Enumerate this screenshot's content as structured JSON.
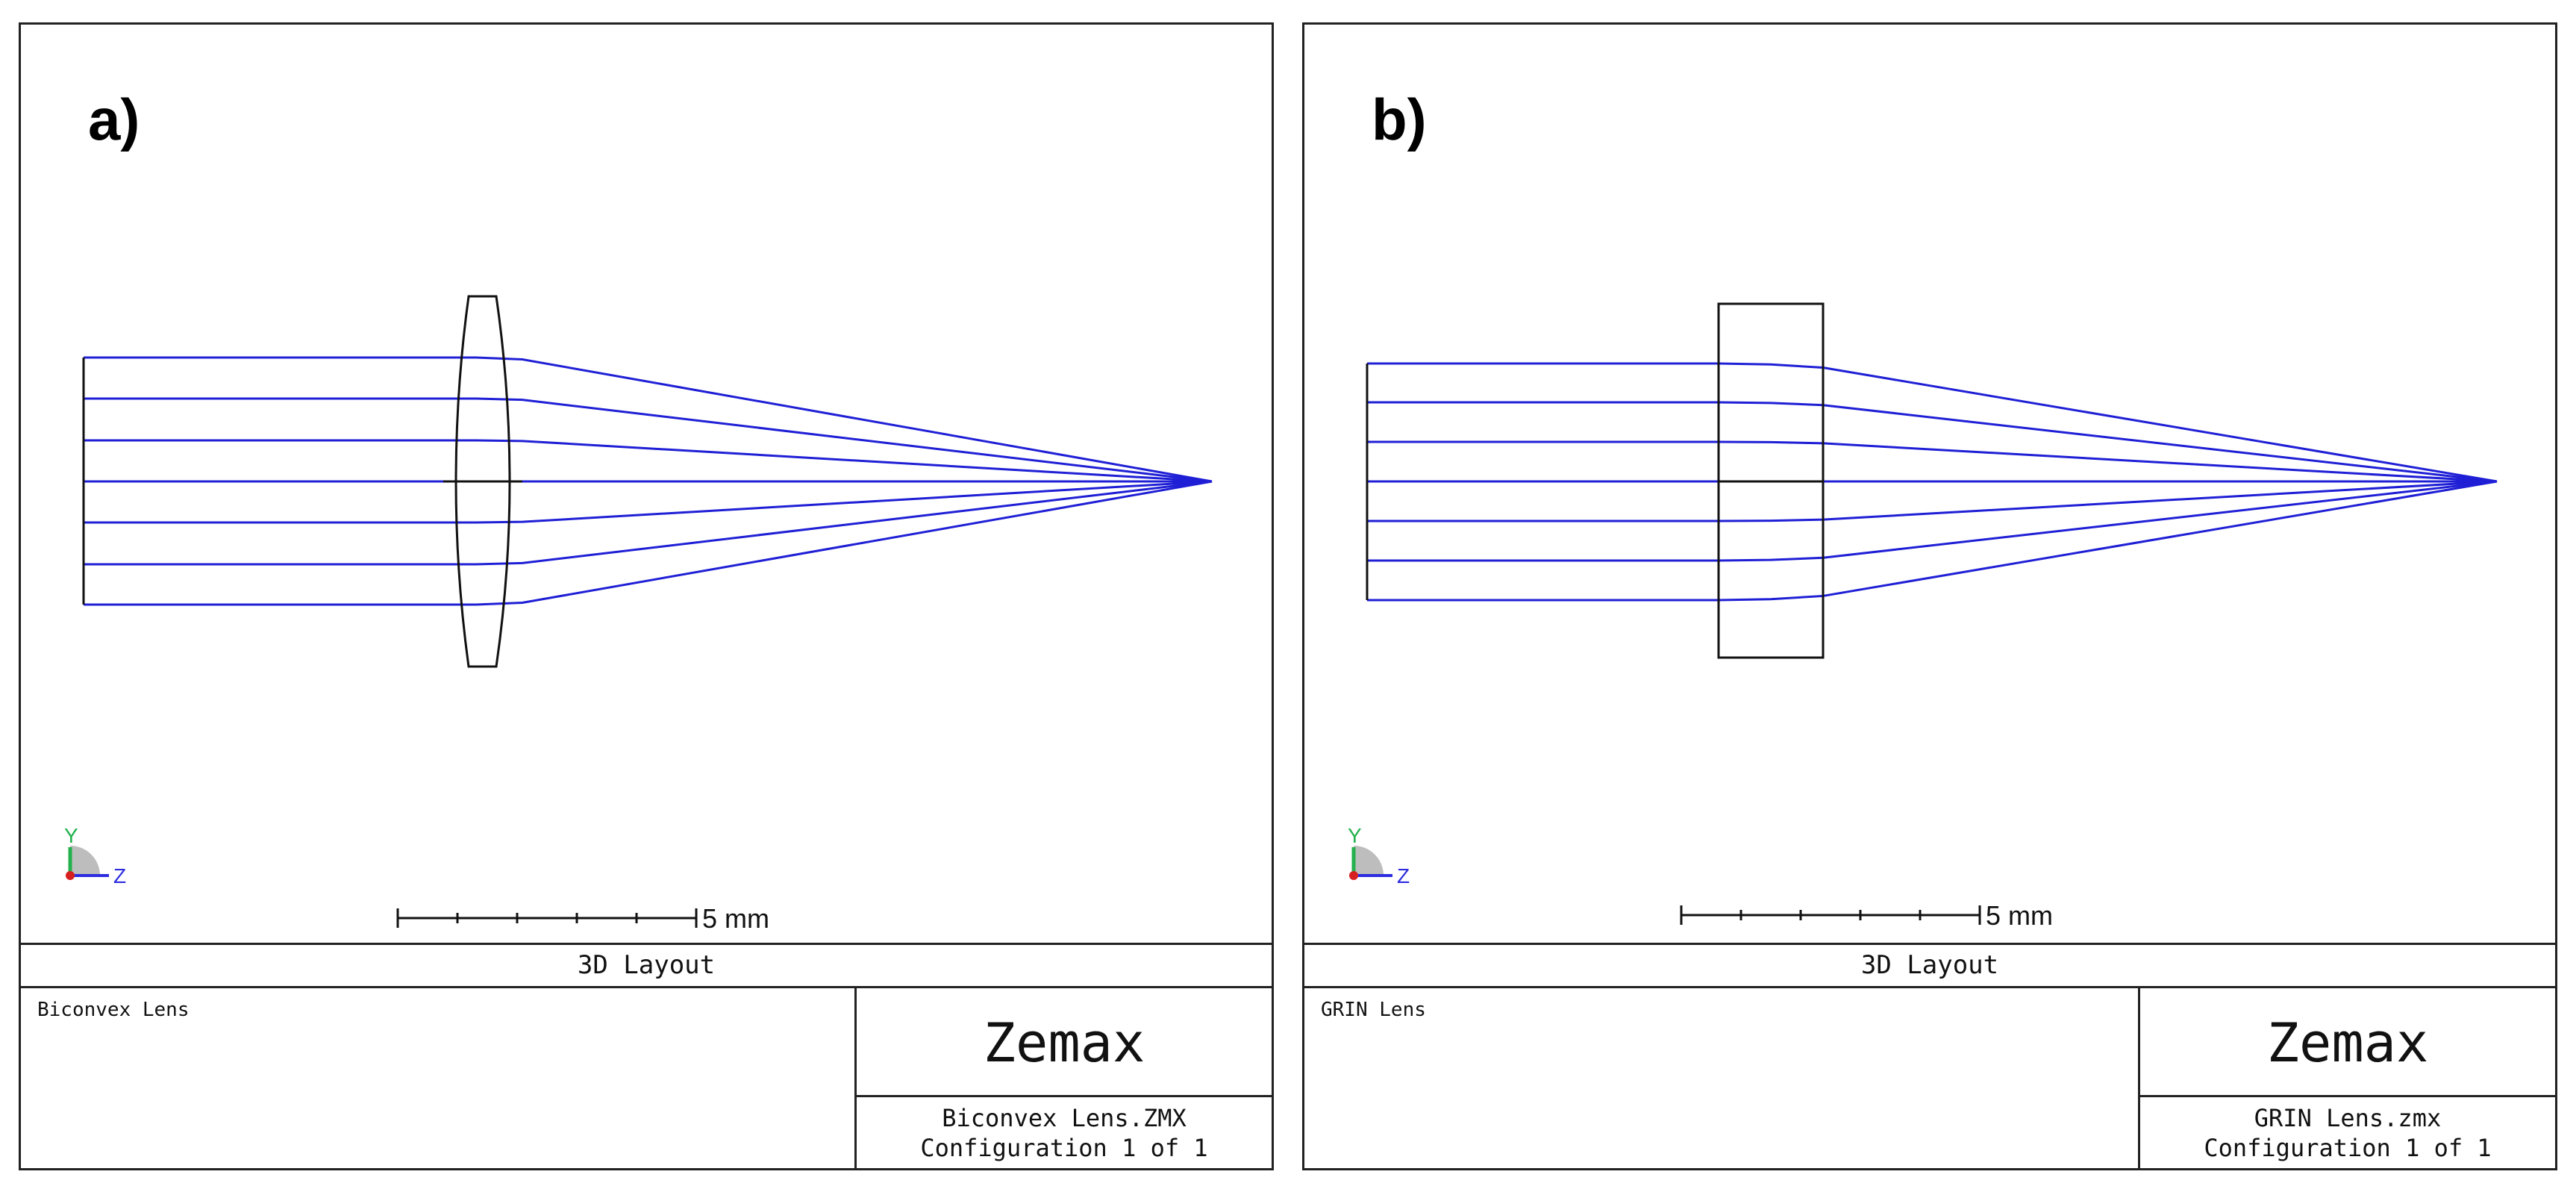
{
  "panels": [
    {
      "label": "a)",
      "layout_title": "3D Layout",
      "scale_bar_label": "5 mm",
      "axis_y_label": "Y",
      "axis_z_label": "Z",
      "description": "Biconvex Lens",
      "brand": "Zemax",
      "filename": "Biconvex Lens.ZMX",
      "configuration": "Configuration 1 of 1",
      "lens_type": "biconvex"
    },
    {
      "label": "b)",
      "layout_title": "3D Layout",
      "scale_bar_label": "5 mm",
      "axis_y_label": "Y",
      "axis_z_label": "Z",
      "description": "GRIN Lens",
      "brand": "Zemax",
      "filename": "GRIN Lens.zmx",
      "configuration": "Configuration 1 of 1",
      "lens_type": "grin"
    }
  ],
  "colors": {
    "ray": "#1f1fd6",
    "lens": "#111111",
    "axis_y": "#22b14c",
    "axis_z": "#2d2de0",
    "axis_x": "#d62020"
  }
}
